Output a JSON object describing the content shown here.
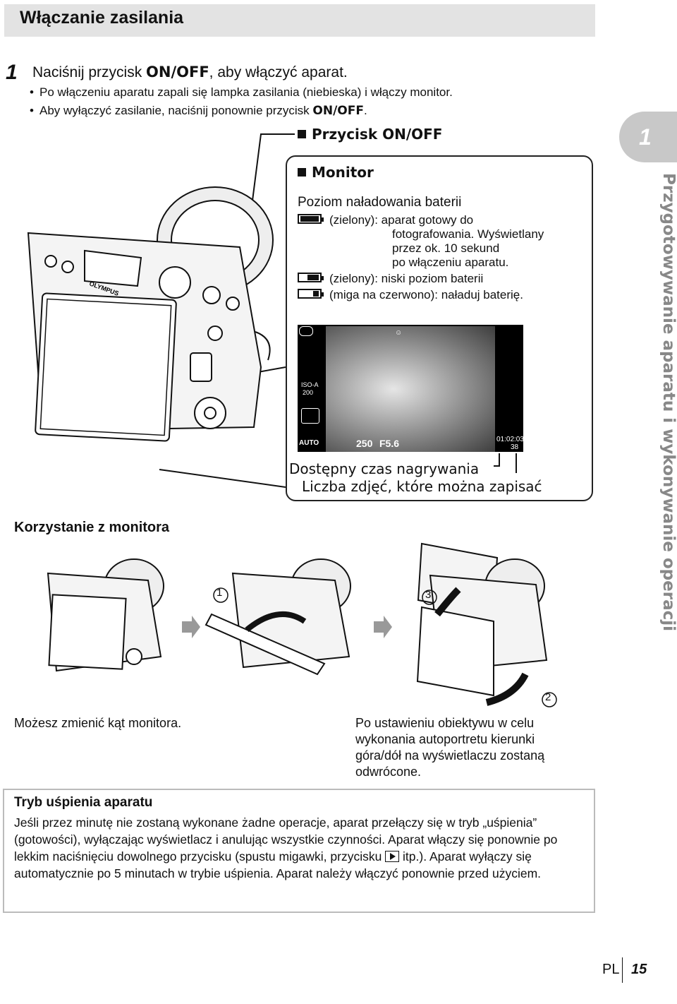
{
  "header": {
    "title": "Włączanie zasilania"
  },
  "step1": {
    "number": "1",
    "text_before": "Naciśnij przycisk ",
    "button": "ON/OFF",
    "text_after": ", aby włączyć aparat.",
    "bullets": [
      {
        "text": "Po włączeniu aparatu zapali się lampka zasilania (niebieska) i włączy monitor."
      },
      {
        "text_before": "Aby wyłączyć zasilanie, naciśnij ponownie przycisk ",
        "button": "ON/OFF",
        "text_after": "."
      }
    ]
  },
  "onoff_label": "Przycisk ON/OFF",
  "monitor": {
    "title": "Monitor",
    "battery_heading": "Poziom naładowania baterii",
    "lines": [
      "(zielony): aparat gotowy do",
      "fotografowania. Wyświetlany",
      "przez ok. 10 sekund",
      "po włączeniu aparatu.",
      "(zielony): niski poziom baterii",
      "(miga na czerwono): naładuj baterię."
    ],
    "screen": {
      "iso_label": "ISO-A",
      "iso_value": "200",
      "wb": "AUTO",
      "shutter": "250",
      "aperture": "F5.6",
      "rec_time": "01:02:03",
      "shots": "38"
    },
    "caption_rec": "Dostępny czas nagrywania",
    "caption_shots": "Liczba zdjęć, które można zapisać"
  },
  "using_monitor": "Korzystanie z monitora",
  "markers": {
    "m1": "1",
    "m2": "2",
    "m3": "3"
  },
  "camera_brand": "OLYMPUS",
  "caption_left": "Możesz zmienić kąt monitora.",
  "caption_right": "Po ustawieniu obiektywu w celu wykonania autoportretu kierunki góra/dół na wyświetlaczu zostaną odwrócone.",
  "sleep": {
    "heading": "Tryb uśpienia aparatu",
    "body_before": "Jeśli przez minutę nie zostaną wykonane żadne operacje, aparat przełączy się w tryb „uśpienia” (gotowości), wyłączając wyświetlacz i anulując wszystkie czynności. Aparat włączy się ponownie po lekkim naciśnięciu dowolnego przycisku (spustu migawki, przycisku ",
    "body_after": " itp.). Aparat wyłączy się automatycznie po 5 minutach w trybie uśpienia. Aparat należy włączyć ponownie przed użyciem."
  },
  "side_tab": {
    "number": "1",
    "text": "Przygotowywanie aparatu i wykonywanie operacji"
  },
  "footer": {
    "lang": "PL",
    "page": "15"
  }
}
